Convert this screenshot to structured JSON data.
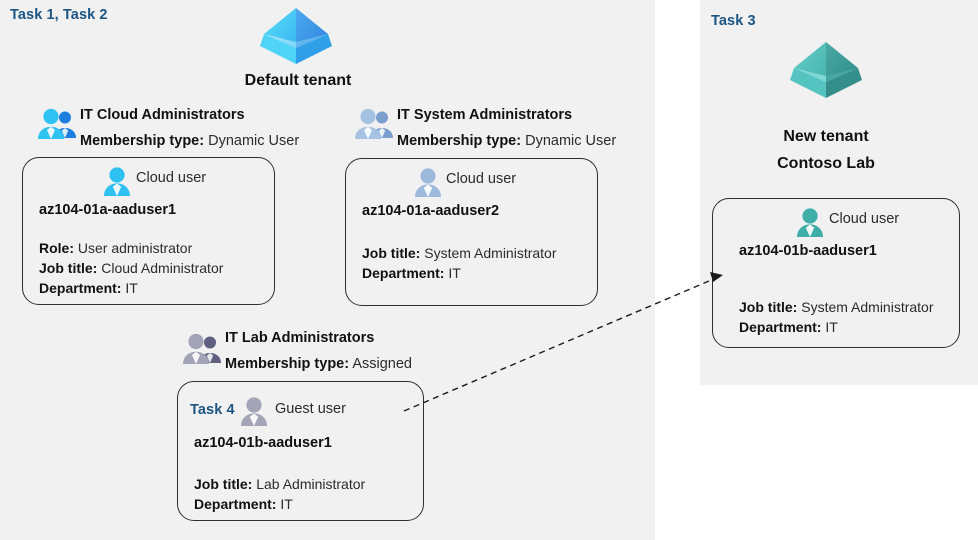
{
  "diagram": {
    "title_alt": "Azure AD tenants, groups and users lab diagram",
    "colors": {
      "panel_bg": "#f1f1f1",
      "page_bg": "#ffffff",
      "task_label": "#1b5584",
      "card_border": "#2f2f2f",
      "tenant_blue": "#3fa9f5",
      "tenant_teal": "#49b3ad",
      "group_cyan": "#29b8ee",
      "group_steel": "#8fb0d8",
      "group_gray": "#8e8fa8",
      "user_cyan": "#2ec0f0",
      "user_steel": "#8fb0d8",
      "user_gray": "#9a9ab0",
      "user_teal": "#3fada8"
    }
  },
  "left_panel": {
    "task_label": "Task 1, Task 2",
    "tenant": {
      "icon": "azure-ad-tenant-icon",
      "name": "Default tenant"
    },
    "groups": [
      {
        "icon": "group-users-icon",
        "name": "IT Cloud Administrators",
        "membership_label": "Membership type:",
        "membership_value": "Dynamic User",
        "card": {
          "user_icon": "cloud-user-icon",
          "user_type": "Cloud user",
          "user_name": "az104-01a-aaduser1",
          "attributes": [
            {
              "label": "Role:",
              "value": "User administrator"
            },
            {
              "label": "Job title:",
              "value": "Cloud Administrator"
            },
            {
              "label": "Department:",
              "value": "IT"
            }
          ]
        }
      },
      {
        "icon": "group-users-icon",
        "name": "IT System Administrators",
        "membership_label": "Membership type:",
        "membership_value": "Dynamic User",
        "card": {
          "user_icon": "cloud-user-icon",
          "user_type": "Cloud user",
          "user_name": "az104-01a-aaduser2",
          "attributes": [
            {
              "label": "Job title:",
              "value": "System Administrator"
            },
            {
              "label": "Department:",
              "value": "IT"
            }
          ]
        }
      },
      {
        "icon": "group-users-icon",
        "name": "IT Lab Administrators",
        "membership_label": "Membership type:",
        "membership_value": "Assigned",
        "card": {
          "task_label": "Task 4",
          "user_icon": "guest-user-icon",
          "user_type": "Guest user",
          "user_name": "az104-01b-aaduser1",
          "attributes": [
            {
              "label": "Job title:",
              "value": "Lab Administrator"
            },
            {
              "label": "Department:",
              "value": "IT"
            }
          ]
        }
      }
    ]
  },
  "right_panel": {
    "task_label": "Task 3",
    "tenant": {
      "icon": "azure-ad-tenant-icon",
      "name_line1": "New  tenant",
      "name_line2": "Contoso Lab"
    },
    "card": {
      "user_icon": "cloud-user-icon",
      "user_type": "Cloud user",
      "user_name": "az104-01b-aaduser1",
      "attributes": [
        {
          "label": "Job title:",
          "value": "System Administrator"
        },
        {
          "label": "Department:",
          "value": "IT"
        }
      ]
    }
  },
  "connector": {
    "name": "guest-invite-arrow",
    "style": "dashed-arrow"
  }
}
